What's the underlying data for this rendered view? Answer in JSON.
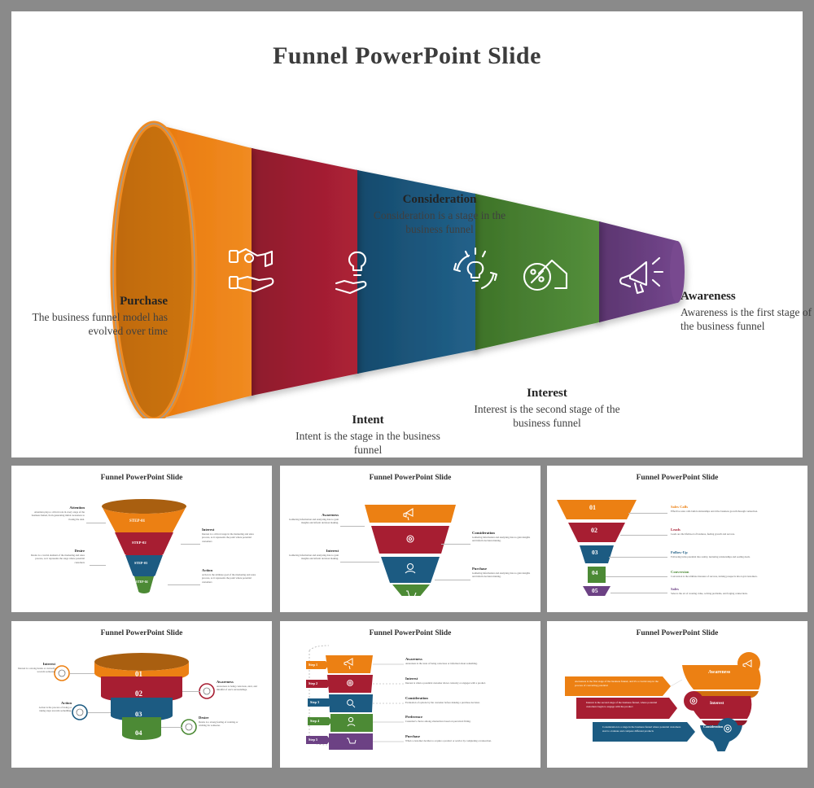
{
  "colors": {
    "frame": "#8a8a8a",
    "slide_bg": "#ffffff",
    "title": "#3c3c3c",
    "orange": "#ec8013",
    "orange_dark": "#c26a0c",
    "crimson": "#a71e32",
    "crimson_dark": "#7e1726",
    "blue": "#1c5b82",
    "blue_dark": "#164a69",
    "green": "#4c8a35",
    "green_dark": "#3c6e2a",
    "purple": "#6c4184",
    "purple_dark": "#553368"
  },
  "main": {
    "title": "Funnel PowerPoint Slide",
    "stages": [
      {
        "id": "purchase",
        "heading": "Purchase",
        "body": "The business funnel model has evolved over time",
        "color": "#ec8013",
        "icon": "handshake-money-icon"
      },
      {
        "id": "intent",
        "heading": "Intent",
        "body": "Intent is the stage in the business funnel",
        "color": "#a71e32",
        "icon": "idea-hand-icon"
      },
      {
        "id": "consideration",
        "heading": "Consideration",
        "body": "Consideration is a stage in the business funnel",
        "color": "#1c5b82",
        "icon": "lightbulb-refresh-icon"
      },
      {
        "id": "interest",
        "heading": "Interest",
        "body": "Interest is the second stage of the business funnel",
        "color": "#4c8a35",
        "icon": "house-discount-icon"
      },
      {
        "id": "awareness",
        "heading": "Awareness",
        "body": "Awareness is the first stage of the business funnel",
        "color": "#6c4184",
        "icon": "megaphone-icon"
      }
    ]
  },
  "thumbnails": [
    {
      "id": "thumb-1",
      "title": "Funnel PowerPoint Slide",
      "layout": "stacked-3d-funnel",
      "segments": [
        {
          "label": "STEP-01",
          "color": "#ec8013"
        },
        {
          "label": "STEP-02",
          "color": "#a71e32"
        },
        {
          "label": "STEP-03",
          "color": "#1c5b82"
        },
        {
          "label": "STEP-04",
          "color": "#4c8a35"
        }
      ],
      "callouts": [
        {
          "side": "left",
          "heading": "Attention",
          "body": "Attention plays a critical role in every stage of the business funnel, from generating initial awareness to closing the deal."
        },
        {
          "side": "right",
          "heading": "Interest",
          "body": "Interest is a critical stage in the marketing and sales process, as it represents the point where potential customers"
        },
        {
          "side": "left",
          "heading": "Desire",
          "body": "Desire is a crucial element of the marketing and sales process, as it represents the stage where potential customers"
        },
        {
          "side": "right",
          "heading": "Action",
          "body": "Action is the ultimate goal of the marketing and sales process, as it represents the point where potential customers"
        }
      ]
    },
    {
      "id": "thumb-2",
      "title": "Funnel PowerPoint Slide",
      "layout": "inverted-triangle",
      "segments": [
        {
          "color": "#ec8013",
          "icon": "megaphone-icon"
        },
        {
          "color": "#a71e32",
          "icon": "gear-icon"
        },
        {
          "color": "#1c5b82",
          "icon": "user-search-icon"
        },
        {
          "color": "#4c8a35",
          "icon": "cart-icon"
        }
      ],
      "callouts": [
        {
          "side": "left",
          "heading": "Awareness",
          "body": "Gathering information and analysing data to gain insights and inform decision making."
        },
        {
          "side": "right",
          "heading": "Consideration",
          "body": "Gathering information and analysing data to gain insights and inform decision making."
        },
        {
          "side": "left",
          "heading": "Interest",
          "body": "Gathering information and analysing data to gain insights and inform decision making."
        },
        {
          "side": "right",
          "heading": "Purchase",
          "body": "Gathering information and analysing data to gain insights and inform decision making."
        }
      ]
    },
    {
      "id": "thumb-3",
      "title": "Funnel PowerPoint Slide",
      "layout": "numbered-funnel",
      "segments": [
        {
          "number": "01",
          "color": "#ec8013",
          "heading": "Sales Calls",
          "body": "Effective sales calls build relationships and drive business growth through connection."
        },
        {
          "number": "02",
          "color": "#a71e32",
          "heading": "Leads",
          "body": "Leads are the lifeblood of business, fueling growth and success."
        },
        {
          "number": "03",
          "color": "#1c5b82",
          "heading": "Follow-Up",
          "body": "Following turns potential into reality, nurturing relationships and sealing deals."
        },
        {
          "number": "04",
          "color": "#4c8a35",
          "heading": "Conversion",
          "body": "Conversion is the ultimate measure of success, turning prospects into loyal customers."
        },
        {
          "number": "05",
          "color": "#6c4184",
          "heading": "Sales",
          "body": "Sales is the art of creating value, solving problems, and forging connections."
        }
      ]
    },
    {
      "id": "thumb-4",
      "title": "Funnel PowerPoint Slide",
      "layout": "cylinder-funnel",
      "segments": [
        {
          "number": "01",
          "color": "#ec8013"
        },
        {
          "number": "02",
          "color": "#a71e32"
        },
        {
          "number": "03",
          "color": "#1c5b82"
        },
        {
          "number": "04",
          "color": "#4c8a35"
        }
      ],
      "callouts": [
        {
          "side": "left",
          "heading": "Interest",
          "body": "Interest is a strong desire or curiosity towards someone.",
          "color": "#ec8013",
          "icon": "interest-icon"
        },
        {
          "side": "right",
          "heading": "Awareness",
          "body": "Awareness is being conscious, alert, and mindful of one's surroundings.",
          "color": "#a71e32",
          "icon": "awareness-icon"
        },
        {
          "side": "left",
          "heading": "Action",
          "body": "Action is the process of doing or taking steps towards something.",
          "color": "#1c5b82",
          "icon": "action-icon"
        },
        {
          "side": "right",
          "heading": "Desire",
          "body": "Desire is a strong feeling of wanting or wishing for someone.",
          "color": "#4c8a35",
          "icon": "desire-icon"
        }
      ]
    },
    {
      "id": "thumb-5",
      "title": "Funnel PowerPoint Slide",
      "layout": "horizontal-steps",
      "segments": [
        {
          "step": "Step 1",
          "color": "#ec8013",
          "heading": "Awareness",
          "body": "Awareness is the state of being conscious or informed about something.",
          "icon": "megaphone-icon"
        },
        {
          "step": "Step 2",
          "color": "#a71e32",
          "heading": "Interest",
          "body": "Interest is when a potential customer shows curiosity or engages with a product.",
          "icon": "gear-icon"
        },
        {
          "step": "Step 3",
          "color": "#1c5b82",
          "heading": "Consideration",
          "body": "Evaluation of options by the customer before making a purchase decision.",
          "icon": "compare-icon"
        },
        {
          "step": "Step 4",
          "color": "#4c8a35",
          "heading": "Preference",
          "body": "Customer's choice among alternatives based on perceived fitting.",
          "icon": "user-icon"
        },
        {
          "step": "Step 5",
          "color": "#6c4184",
          "heading": "Purchase",
          "body": "When a customer decides to acquire a product or service by completing a transaction.",
          "icon": "cart-icon"
        }
      ]
    },
    {
      "id": "thumb-6",
      "title": "Funnel PowerPoint Slide",
      "layout": "half-funnel-callouts",
      "segments": [
        {
          "label": "Awareness",
          "color": "#ec8013",
          "icon": "megaphone-icon",
          "body": "Awareness is the first stage of the business funnel, and it's a crucial step in the process of converting potential"
        },
        {
          "label": "Interest",
          "color": "#a71e32",
          "icon": "gear-icon",
          "body": "Interest is the second stage of the business funnel, where potential customers begin to engage with the product"
        },
        {
          "label": "Consideration",
          "color": "#1c5b82",
          "icon": "settings-icon",
          "body": "Consideration is a stage in the business funnel where potential customers start to evaluate and compare different products"
        }
      ]
    }
  ]
}
